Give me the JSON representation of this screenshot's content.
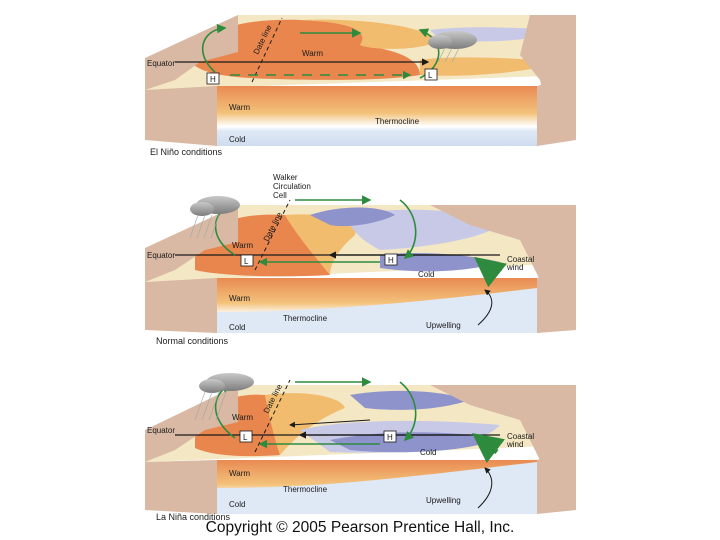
{
  "panels": [
    {
      "id": "elnino",
      "caption": "El Niño conditions",
      "labels": {
        "date_line": "Date line",
        "equator": "Equator",
        "warm_surface": "Warm",
        "high": "H",
        "low": "L",
        "warm_section": "Warm",
        "thermocline": "Thermocline",
        "cold": "Cold"
      }
    },
    {
      "id": "normal",
      "caption": "Normal conditions",
      "labels": {
        "walker_cell": [
          "Walker",
          "Circulation",
          "Cell"
        ],
        "date_line": "Date line",
        "equator": "Equator",
        "warm_surface": "Warm",
        "low": "L",
        "high": "H",
        "cold_surface": "Cold",
        "coastal_wind": [
          "Coastal",
          "wind"
        ],
        "warm_section": "Warm",
        "thermocline": "Thermocline",
        "upwelling": "Upwelling",
        "cold": "Cold"
      }
    },
    {
      "id": "lanina",
      "caption": "La Niña conditions",
      "labels": {
        "date_line": "Date line",
        "equator": "Equator",
        "warm_surface": "Warm",
        "low": "L",
        "high": "H",
        "cold_surface": "Cold",
        "coastal_wind": [
          "Coastal",
          "wind"
        ],
        "warm_section": "Warm",
        "thermocline": "Thermocline",
        "upwelling": "Upwelling",
        "cold": "Cold"
      }
    }
  ],
  "copyright": "Copyright © 2005 Pearson Prentice Hall, Inc.",
  "colors": {
    "warm": "#e8864e",
    "warm_light": "#f2bc6e",
    "neutral": "#f4e7c4",
    "cool": "#c8c9e6",
    "cold": "#8f93cc",
    "land": "#d9b8a4",
    "circulation_arrow": "#2e8b3e",
    "cold_water": "#dfe8f5"
  }
}
